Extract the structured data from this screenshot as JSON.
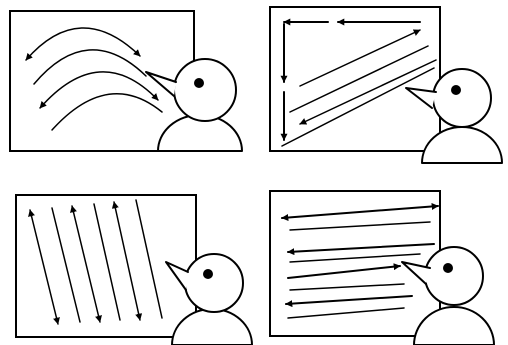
{
  "palette": {
    "ink": "#000000",
    "paper": "#ffffff"
  },
  "panels": [
    {
      "id": "arcs",
      "stroke_pattern": "curved-arcs"
    },
    {
      "id": "corner",
      "stroke_pattern": "corner-and-diagonal"
    },
    {
      "id": "vertical",
      "stroke_pattern": "slanted-vertical-lines"
    },
    {
      "id": "horizontal",
      "stroke_pattern": "horizontal-lines"
    }
  ]
}
